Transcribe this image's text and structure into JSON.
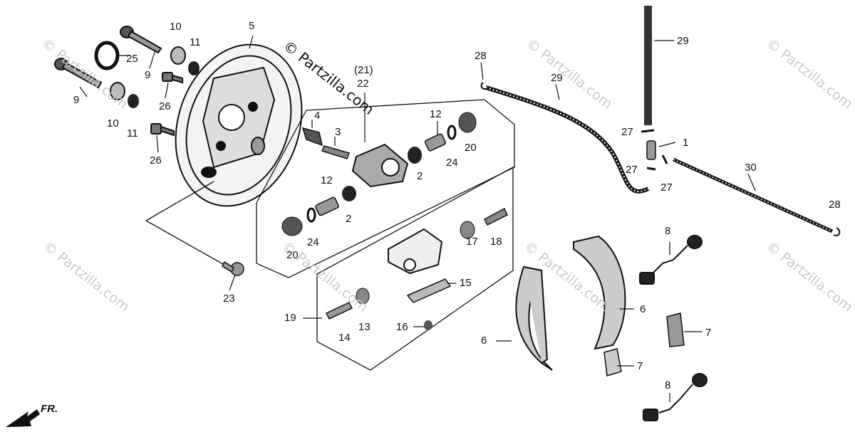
{
  "watermark": "© Partzilla.com",
  "front_indicator": "FR.",
  "callouts": [
    "1",
    "2",
    "2",
    "3",
    "4",
    "5",
    "6",
    "6",
    "7",
    "7",
    "8",
    "8",
    "9",
    "9",
    "10",
    "10",
    "11",
    "11",
    "12",
    "12",
    "13",
    "14",
    "15",
    "16",
    "17",
    "18",
    "19",
    "20",
    "20",
    "(21)",
    "22",
    "23",
    "24",
    "24",
    "25",
    "26",
    "26",
    "27",
    "27",
    "27",
    "28",
    "28",
    "29",
    "29",
    "30"
  ],
  "colors": {
    "ink": "#111111",
    "watermark": "#c9c9c9",
    "background": "#ffffff"
  }
}
